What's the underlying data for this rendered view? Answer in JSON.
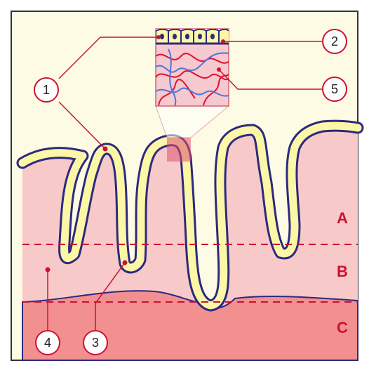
{
  "callouts": [
    "1",
    "2",
    "3",
    "4",
    "5"
  ],
  "zones": [
    "A",
    "B",
    "C"
  ],
  "colors": {
    "background": "#fdfbe4",
    "tissue": "#f7c9c9",
    "deep": "#f29090",
    "outline": "#2c2a7e",
    "lining": "#fbf7a6",
    "marker": "#cc1133",
    "fiber_red": "#e0102a",
    "fiber_blue": "#4b77d8",
    "zone_text": "#cc1133",
    "frame": "#333333"
  }
}
